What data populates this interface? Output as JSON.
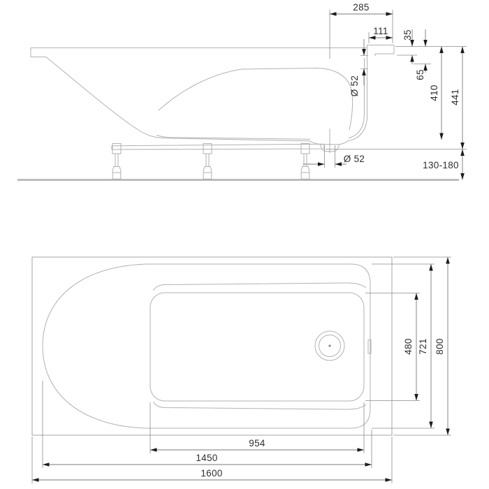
{
  "drawing_type": "bathtub technical dimension drawing",
  "colors": {
    "background": "#ffffff",
    "shape_line": "#b2b2b2",
    "outer_line": "#a6a6a6",
    "extension_line": "#8c8c8c",
    "dimension_line": "#7a7a7a",
    "arrow": "#1c1c1c",
    "text": "#2f2f2f",
    "floor_line": "#b0b0b0"
  },
  "labels": {
    "side": {
      "width_285": "285",
      "width_111": "111",
      "rim_drop_35": "35",
      "overflow_offset_65": "65",
      "overflow_diameter": "Ø 52",
      "height_410": "410",
      "height_441": "441",
      "feet_range": "130-180",
      "drain_diameter": "Ø 52"
    },
    "plan": {
      "bottom_width_954": "954",
      "rim_width_1450": "1450",
      "overall_length_1600": "1600",
      "bottom_depth_480": "480",
      "rim_depth_721": "721",
      "overall_width_800": "800"
    }
  }
}
